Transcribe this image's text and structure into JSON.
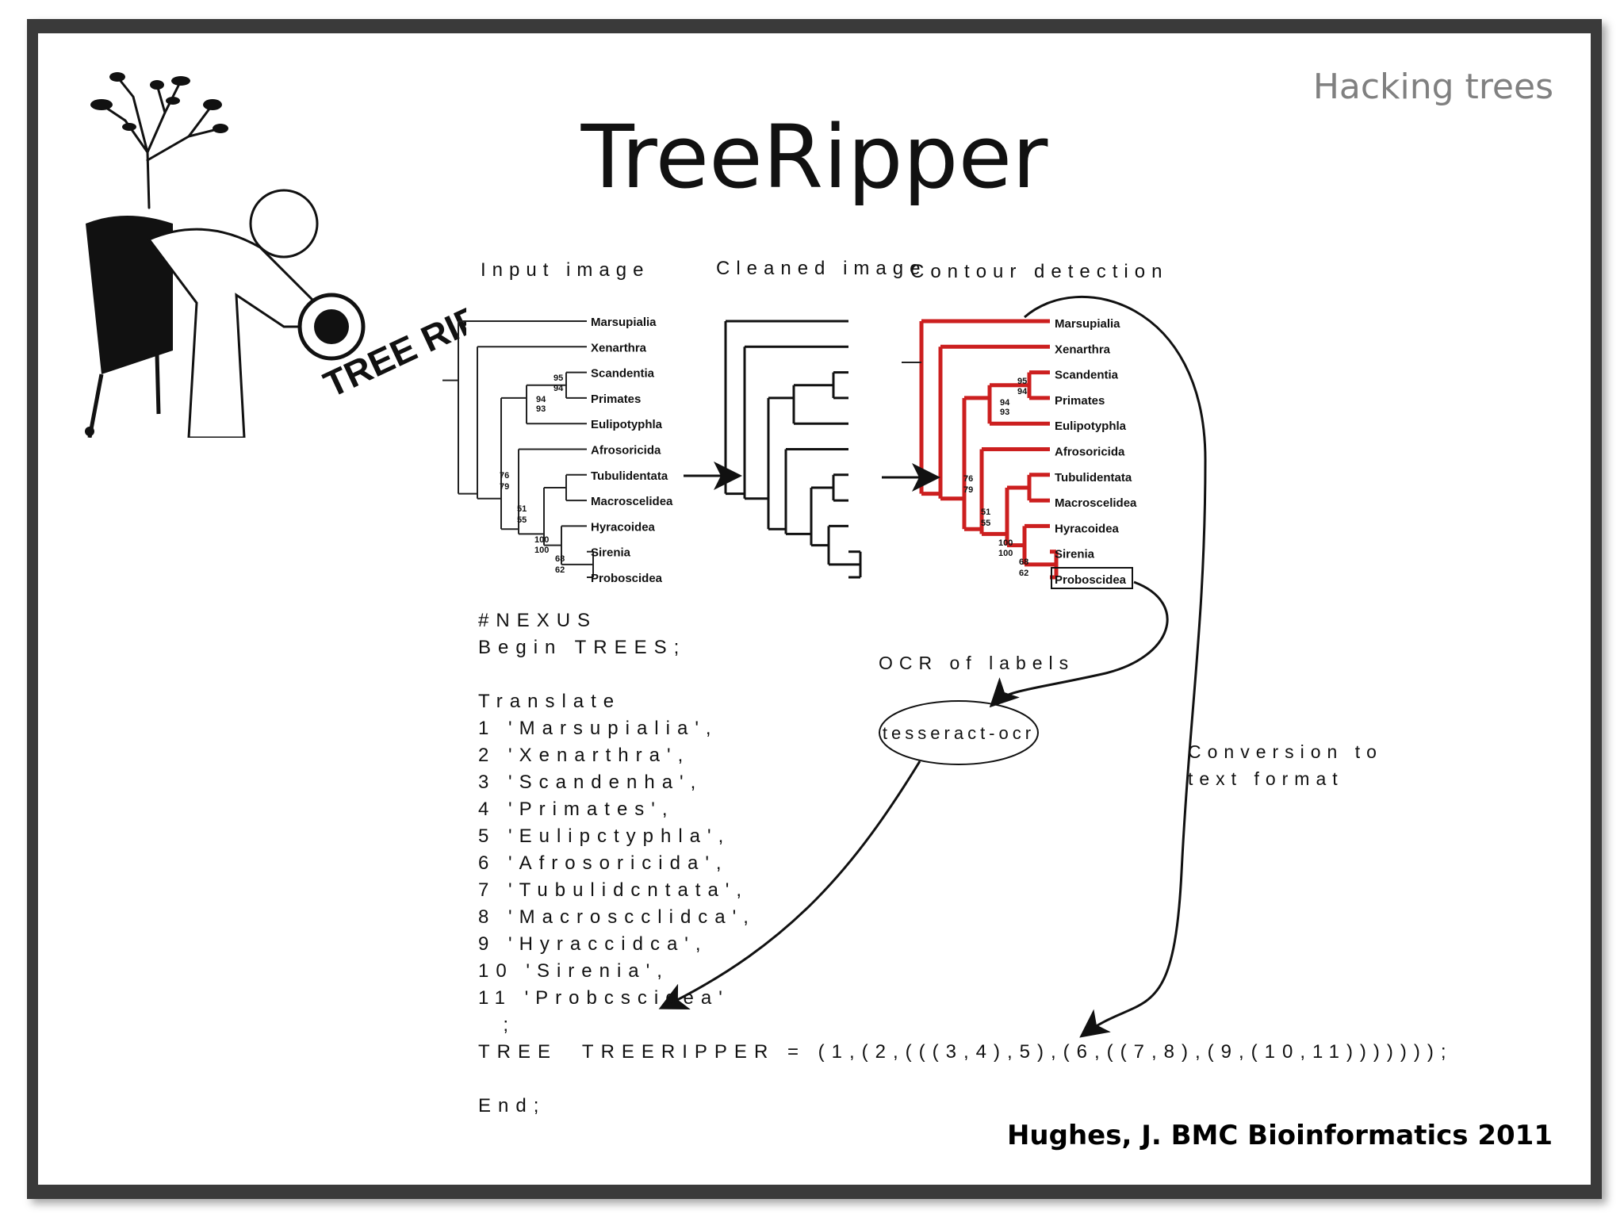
{
  "header": {
    "subtitle": "Hacking trees",
    "title": "TreeRipper"
  },
  "footer": {
    "citation": "Hughes, J. BMC Bioinformatics 2011"
  },
  "illustration": {
    "logo_text": "TREE RIPPER"
  },
  "panels": {
    "input": "Input image",
    "cleaned": "Cleaned image",
    "contour": "Contour detection"
  },
  "taxa": [
    "Marsupialia",
    "Xenarthra",
    "Scandentia",
    "Primates",
    "Eulipotyphla",
    "Afrosoricida",
    "Tubulidentata",
    "Macroscelidea",
    "Hyracoidea",
    "Sirenia",
    "Proboscidea"
  ],
  "support": [
    "95",
    "94",
    "94",
    "93",
    "76",
    "79",
    "51",
    "55",
    "100",
    "100",
    "68",
    "62"
  ],
  "flow": {
    "ocr_label": "OCR of labels",
    "ocr_engine": "tesseract-ocr",
    "conversion_line1": "Conversion to",
    "conversion_line2": "text format"
  },
  "nexus": [
    "#NEXUS",
    "Begin TREES;",
    "",
    "Translate",
    "1 'Marsupialia',",
    "2 'Xenarthra',",
    "3 'Scandenha',",
    "4 'Primates',",
    "5 'Eulipctyphla',",
    "6 'Afrosoricida',",
    "7 'Tubulidcntata',",
    "8 'Macroscclidca',",
    "9 'Hyraccidca',",
    "10 'Sirenia',",
    "11 'Probcscidea'",
    "  ;",
    "TREE  TREERIPPER = (1,(2,(((3,4),5),(6,((7,8),(9,(10,11)))))));",
    "",
    "End;"
  ],
  "colors": {
    "contour": "#cc1f1f",
    "frame": "#3a3a3a",
    "subtitle": "#808080"
  }
}
